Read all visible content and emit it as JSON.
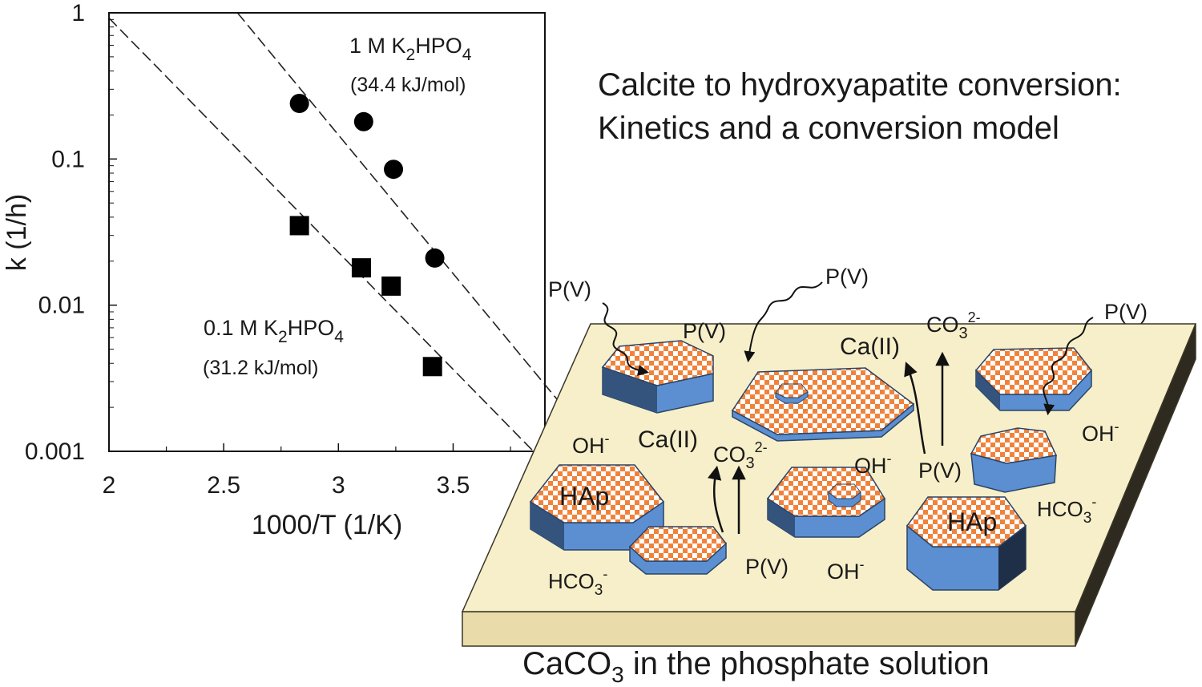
{
  "title": {
    "line1": "Calcite to hydroxyapatite conversion:",
    "line2": "Kinetics and a conversion model"
  },
  "caption": {
    "main": "CaCO",
    "sub": "3",
    "rest": " in the phosphate solution"
  },
  "chart_data": {
    "type": "scatter",
    "xlabel": "1000/T (1/K)",
    "ylabel": "k (1/h)",
    "xlim": [
      2.0,
      3.9
    ],
    "ylim": [
      0.001,
      1
    ],
    "yscale": "log",
    "xticks": [
      2,
      2.5,
      3,
      3.5
    ],
    "yticks": [
      1,
      0.1,
      0.01,
      0.001
    ],
    "xtick_labels": [
      "2",
      "2.5",
      "3",
      "3.5"
    ],
    "ytick_labels": [
      "1",
      "0.1",
      "0.01",
      "0.001"
    ],
    "grid": false,
    "series": [
      {
        "label_main": "1 M K",
        "label_sub1": "2",
        "label_mid": "HPO",
        "label_sub2": "4",
        "energy": "(34.4 kJ/mol)",
        "marker": "circle",
        "x": [
          2.83,
          3.11,
          3.24,
          3.42
        ],
        "y": [
          0.24,
          0.18,
          0.085,
          0.021
        ],
        "fit": {
          "x": [
            2.56,
            3.96
          ],
          "y": [
            1.0,
            0.0022
          ]
        }
      },
      {
        "label_main": "0.1 M K",
        "label_sub1": "2",
        "label_mid": "HPO",
        "label_sub2": "4",
        "energy": "(31.2 kJ/mol)",
        "marker": "square",
        "x": [
          2.83,
          3.1,
          3.23,
          3.41
        ],
        "y": [
          0.035,
          0.018,
          0.0135,
          0.0038
        ],
        "fit": {
          "x": [
            2.0,
            3.85
          ],
          "y": [
            0.92,
            0.001
          ]
        }
      }
    ]
  },
  "diagram": {
    "colors": {
      "plate_top": "#f7efc9",
      "plate_side": "#e9dcaa",
      "plate_edge": "#3a3526",
      "crystal_side": "#5b8fd1",
      "crystal_dark": "#34547e",
      "check_a": "#f0823b",
      "check_b": "#ffffff"
    },
    "labels": {
      "pv": "P(V)",
      "ca": "Ca(II)",
      "oh": "OH",
      "oh_sup": "-",
      "co3": "CO",
      "co3_sub": "3",
      "co3_sup": "2-",
      "hco3": "HCO",
      "hco3_sub": "3",
      "hco3_sup": "-",
      "hap": "HAp"
    }
  }
}
